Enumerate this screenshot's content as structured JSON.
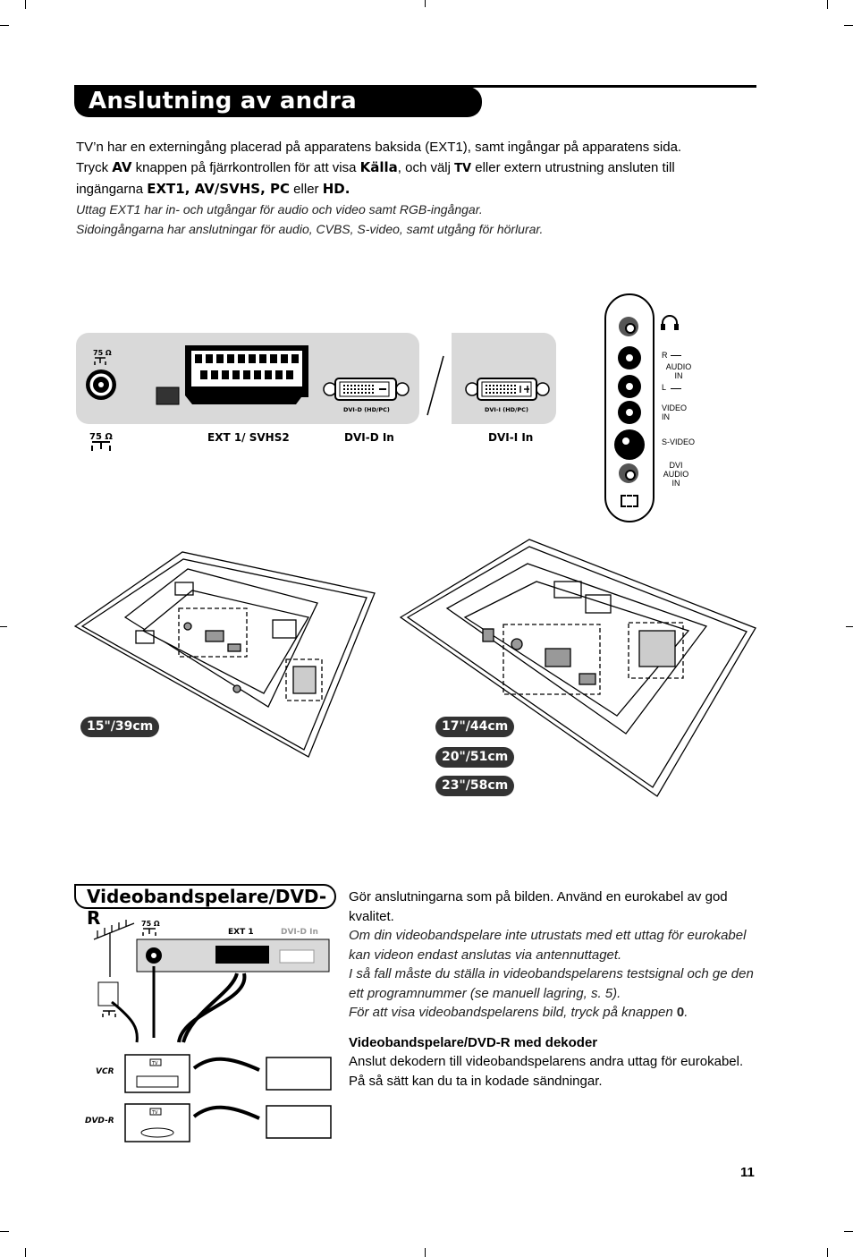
{
  "title": "Anslutning av andra apparater",
  "intro": {
    "line1": "TV’n har en externingång placerad på apparatens baksida (EXT1), samt ingångar på apparatens sida.",
    "l2_a": "Tryck ",
    "l2_av": "AV",
    "l2_b": " knappen på fjärrkontrollen för att visa ",
    "l2_kalla": "Källa",
    "l2_c": ", och välj ",
    "l2_tv": "TV",
    "l2_d": " eller extern utrustning ansluten till",
    "l3_a": "ingängarna ",
    "l3_ext": "EXT1, AV/SVHS, PC",
    "l3_b": " eller ",
    "l3_hd": "HD.",
    "italic1": "Uttag EXT1 har in- och utgångar för audio och video samt RGB-ingångar.",
    "italic2": "Sidoingångarna har anslutningar för audio, CVBS, S-video, samt utgång för hörlurar."
  },
  "rear_panel": {
    "ohm": "75 Ω",
    "ext_small": "EXT. 1",
    "dvid_small": "DVI-D (HD/PC)",
    "dvii_small": "DVI-I  (HD/PC)",
    "label_ext": "EXT 1/ SVHS2",
    "label_dvid": "DVI-D In",
    "label_dvii": "DVI-I In"
  },
  "side_panel": {
    "r": "R",
    "audio_in": "AUDIO IN",
    "l": "L",
    "video_in": "VIDEO IN",
    "svideo": "S-VIDEO",
    "dvi_audio_in": "DVI AUDIO IN"
  },
  "sizes": [
    "15\"/39cm",
    "17\"/44cm",
    "20\"/51cm",
    "23\"/58cm"
  ],
  "vcr_section": {
    "heading": "Videobandspelare/DVD-R",
    "p1": "Gör anslutningarna som på bilden. Använd en eurokabel av god kvalitet.",
    "i1": "Om din videobandspelare inte utrustats med ett uttag för eurokabel kan videon endast anslutas via antennuttaget.",
    "i2": "I så fall måste du ställa in videobandspelarens testsignal och ge den ett programnummer (se manuell lagring, s. 5).",
    "i3a": "För att visa videobandspelarens bild, tryck på knappen ",
    "i3b": "0",
    "i3c": ".",
    "sub_heading": "Videobandspelare/DVD-R med dekoder",
    "p2": "Anslut dekodern till videobandspelarens andra uttag för eurokabel. På så sätt kan du ta in kodade sändningar.",
    "diagram": {
      "ohm": "75 Ω",
      "ext1": "EXT 1",
      "dvid": "DVI-D In",
      "vcr": "VCR",
      "dvdr": "DVD-R",
      "tv": "TV"
    }
  },
  "page_number": "11"
}
